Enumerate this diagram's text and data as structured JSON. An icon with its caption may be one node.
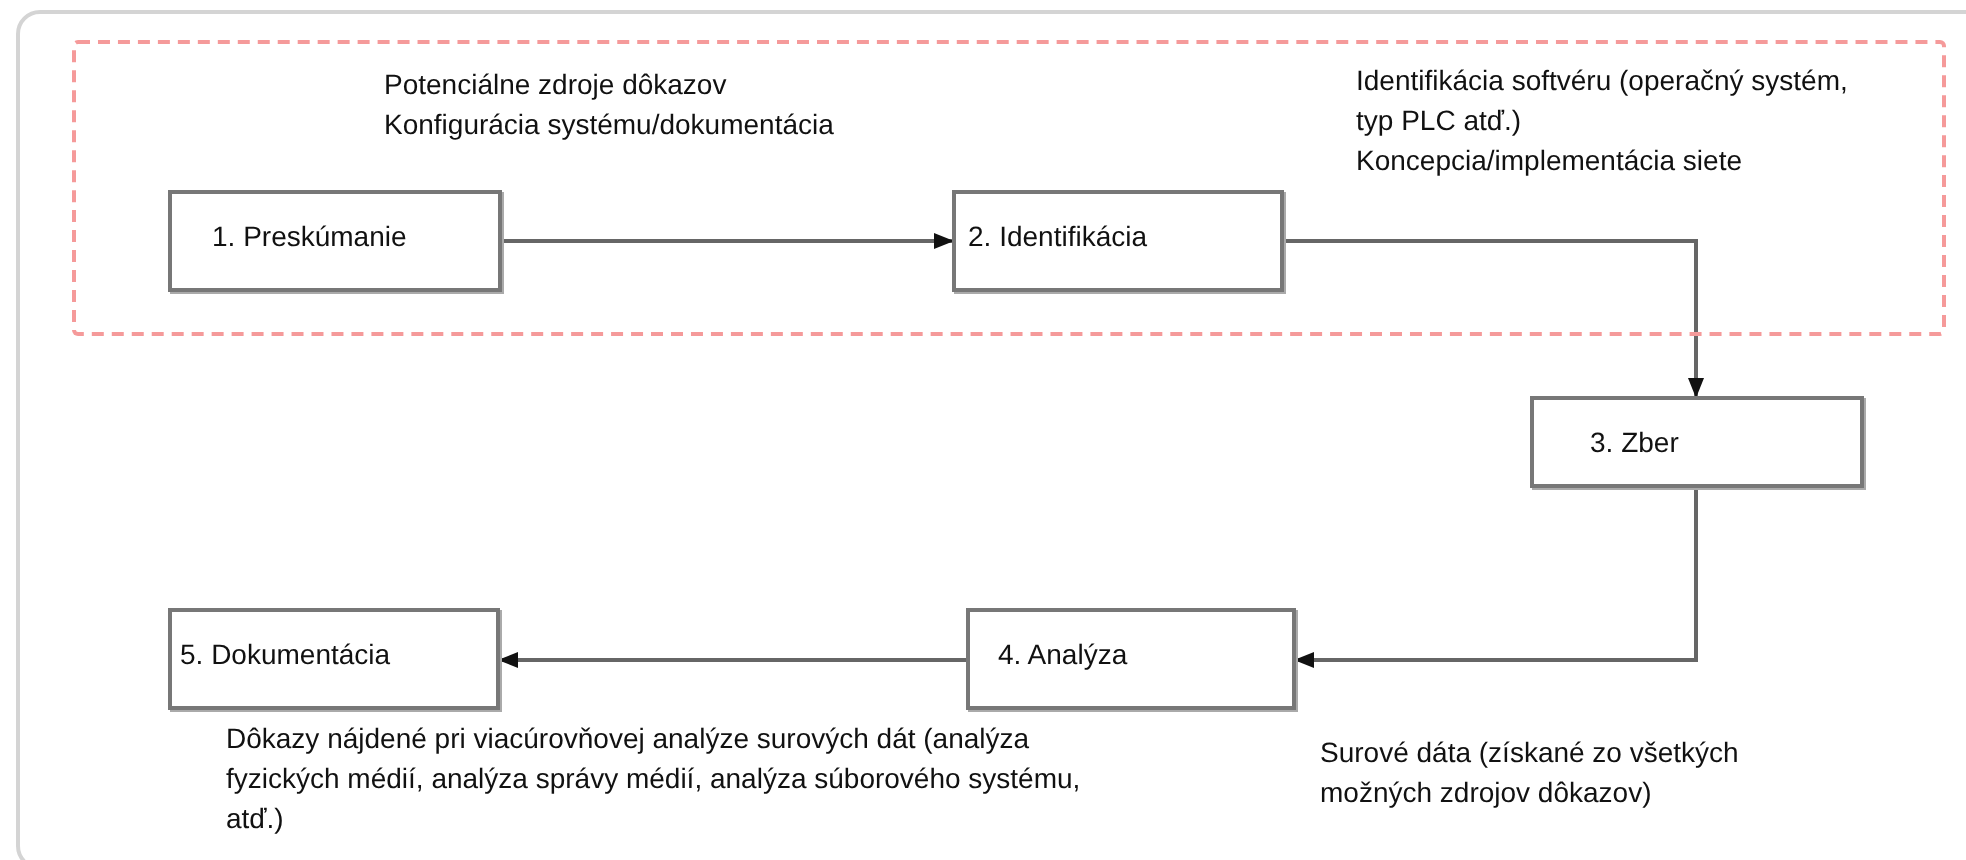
{
  "diagram": {
    "nodes": [
      {
        "text": [],
        "shape": "box"
      },
      {
        "text": [
          "1. Preskúmanie"
        ],
        "in": 0
      },
      {
        "text": [
          "2. Identifikácia"
        ],
        "in": 0
      },
      {
        "text": [
          "3. Zber"
        ]
      },
      {
        "text": [
          "4. Analýza"
        ]
      },
      {
        "text": [
          "5. Dokumentácia"
        ]
      }
    ],
    "edges": [
      {
        "from": 1,
        "to": 2,
        "arrow": "to"
      },
      {
        "from": 2,
        "to": 3,
        "arrow": "to"
      },
      {
        "from": 3,
        "to": 4,
        "arrow": "to"
      },
      {
        "from": 4,
        "to": 5,
        "arrow": "to"
      }
    ],
    "labels": [
      "Potenciálne zdroje dôkazov",
      "Konfigurácia systému/dokumentácia",
      "Identifikácia softvéru (operačný systém, typ PLC atď.)",
      "Koncepcia/implementácia siete",
      "Dôkazy nájdené pri viacúrovňovej analýze surových dát (analýza fyzických médií, analýza správy médií, analýza súborového systému, atď.)",
      "Surové dáta (získané zo všetkých možných zdrojov dôkazov)"
    ]
  }
}
